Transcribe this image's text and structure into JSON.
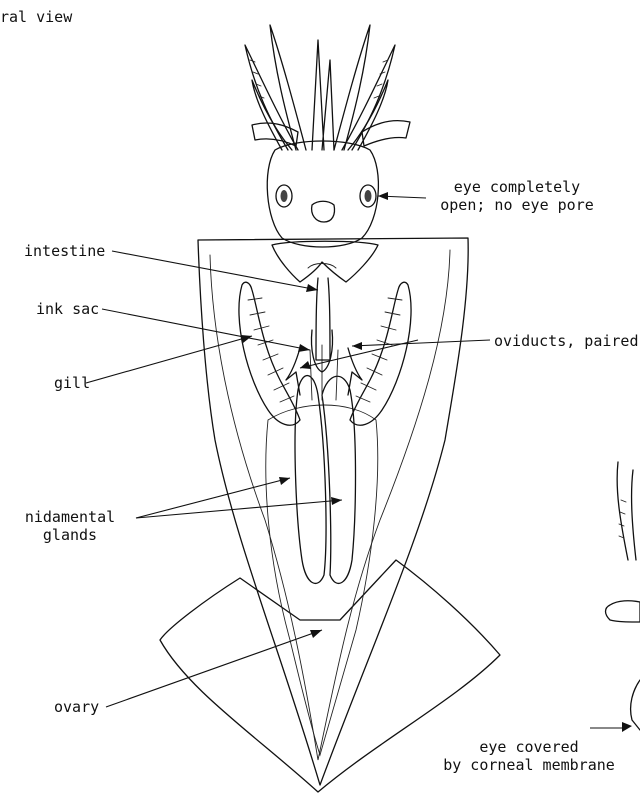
{
  "labels": {
    "view": "ral view",
    "eye_open": [
      "eye completely",
      "open; no eye pore"
    ],
    "intestine": "intestine",
    "ink_sac": "ink sac",
    "oviducts": "oviducts, paired",
    "gill": "gill",
    "nidamental": [
      "nidamental",
      "glands"
    ],
    "ovary": "ovary",
    "eye_covered": [
      "eye covered",
      "by corneal membrane"
    ]
  },
  "colors": {
    "ink": "#111111",
    "background": "#ffffff"
  }
}
